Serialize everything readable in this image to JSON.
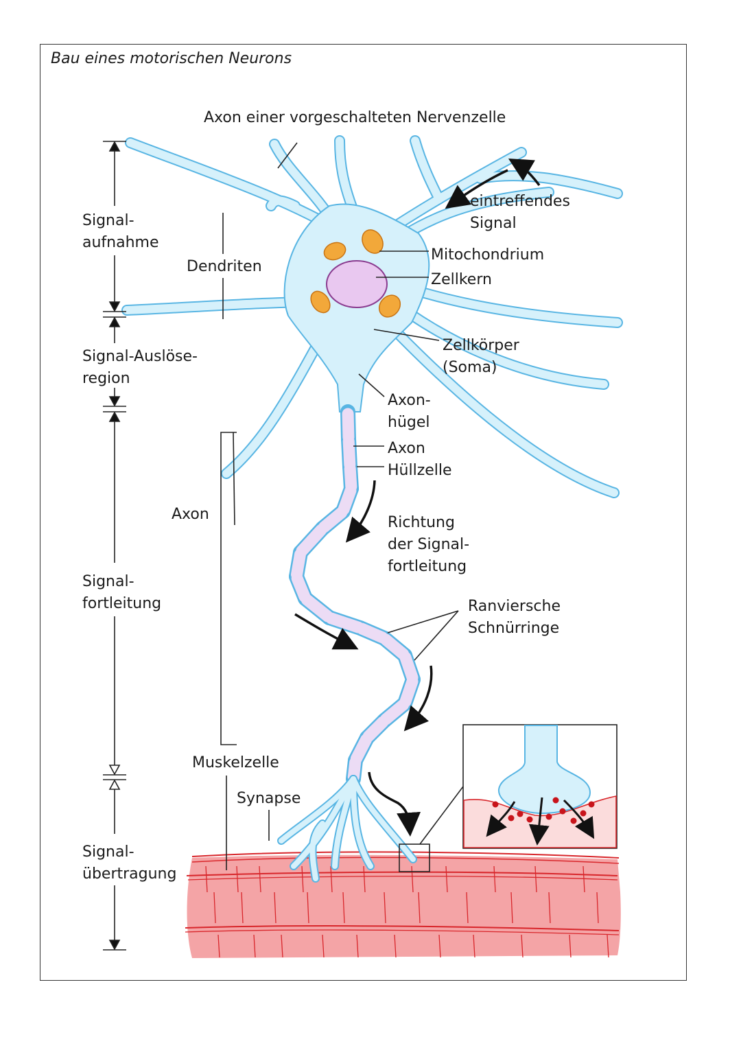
{
  "title": "Bau eines motorischen Neurons",
  "labels": {
    "axon_prev": "Axon einer vorgeschalteten Nervenzelle",
    "incoming_1": "eintreffendes",
    "incoming_2": "Signal",
    "mitochondrium": "Mitochondrium",
    "zellkern": "Zellkern",
    "dendriten": "Dendriten",
    "zellkoerper_1": "Zellkörper",
    "zellkoerper_2": "(Soma)",
    "axonhuegel_1": "Axon-",
    "axonhuegel_2": "hügel",
    "axon_small": "Axon",
    "huellzelle": "Hüllzelle",
    "axon": "Axon",
    "richtung_1": "Richtung",
    "richtung_2": "der Signal-",
    "richtung_3": "fortleitung",
    "ranvier_1": "Ranviersche",
    "ranvier_2": "Schnürringe",
    "muskelzelle": "Muskelzelle",
    "synapse": "Synapse"
  },
  "phases": [
    {
      "line1": "Signal-",
      "line2": "aufnahme"
    },
    {
      "line1": "Signal-Auslöse-",
      "line2": "region"
    },
    {
      "line1": "Signal-",
      "line2": "fortleitung"
    },
    {
      "line1": "Signal-",
      "line2": "übertragung"
    }
  ],
  "colors": {
    "neuron_fill": "#d6f1fb",
    "neuron_stroke": "#58b5e3",
    "myelin": "#ecdcf5",
    "nucleus": "#e9c8f0",
    "mito": "#f2a83a",
    "muscle": "#f4a4a6",
    "muscle_line": "#d8262b",
    "vesicle": "#c8141b"
  }
}
